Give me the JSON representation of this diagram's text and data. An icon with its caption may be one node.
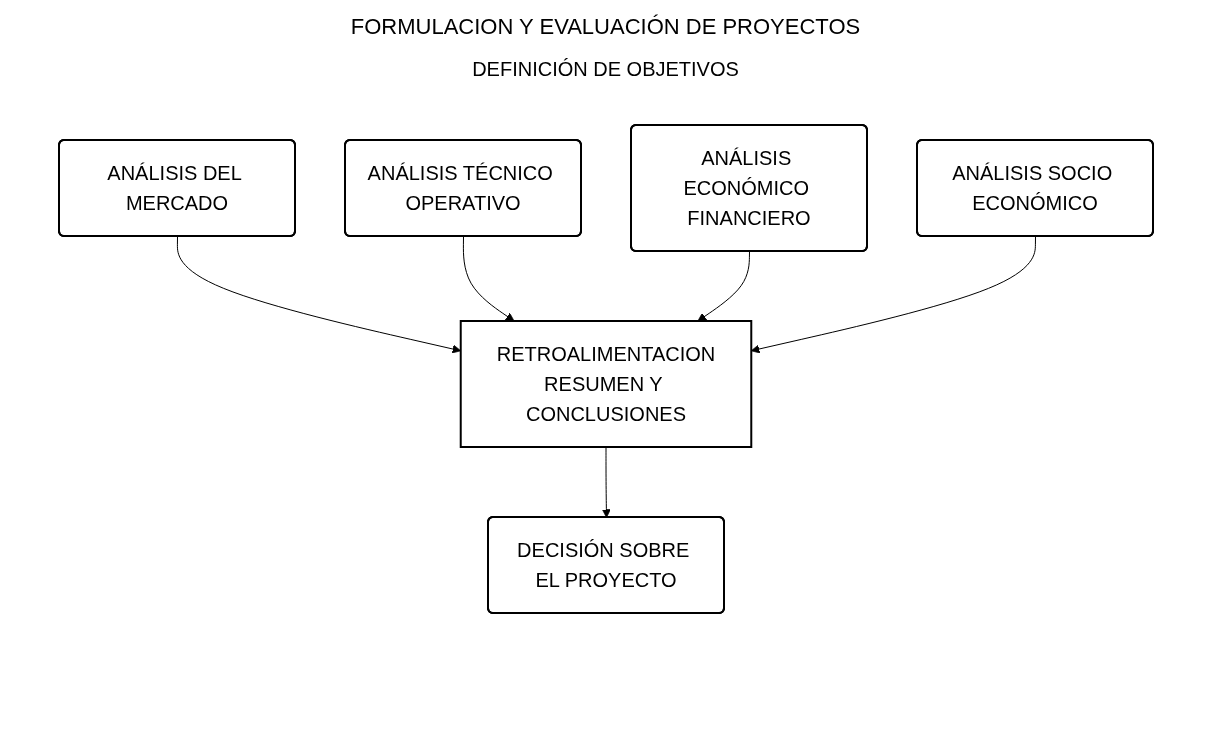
{
  "diagram": {
    "title": "FORMULACION Y EVALUACIÓN DE PROYECTOS",
    "nodes": [
      {
        "text": [
          "ANÁLISIS DEL MERCADO"
        ]
      },
      {
        "text": [
          "ANÁLISIS TÉCNICO OPERATIVO"
        ]
      },
      {
        "text": [
          "ANÁLISIS ECONÓMICO FINANCIERO"
        ]
      },
      {
        "text": [
          "ANÁLISIS SOCIO ECONÓMICO"
        ]
      },
      {
        "text": [
          "RETROALIMENTACION",
          "RESUMEN Y CONCLUSIONES"
        ]
      },
      {
        "text": [
          "DECISIÓN SOBRE EL PROYECTO"
        ]
      }
    ],
    "edges": [
      {
        "from": 0,
        "to": 4,
        "arrow": "to"
      },
      {
        "from": 1,
        "to": 4,
        "arrow": "to"
      },
      {
        "from": 2,
        "to": 4,
        "arrow": "to"
      },
      {
        "from": 3,
        "to": 4,
        "arrow": "to"
      },
      {
        "from": 4,
        "to": 5,
        "arrow": "to"
      }
    ],
    "labels": [
      "DEFINICIÓN DE OBJETIVOS"
    ]
  }
}
